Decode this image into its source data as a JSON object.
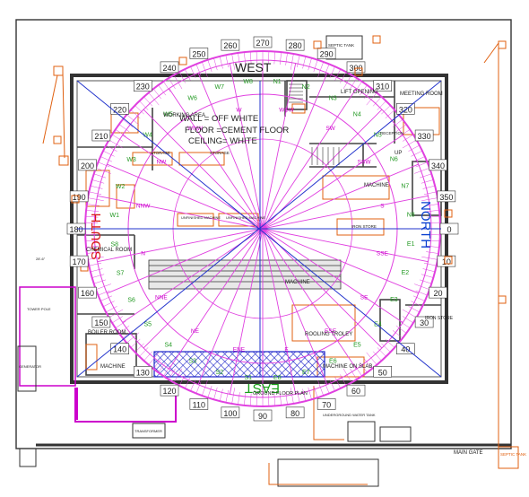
{
  "colors": {
    "wall": "#333333",
    "compass": "#e040e0",
    "compass_dark": "#cc00cc",
    "blue_line": "#2233cc",
    "orange": "#e06010",
    "magenta": "#cc00cc",
    "hatch": "#1a22c8",
    "north_text": "#0a3fd0",
    "south_text": "#d81818",
    "east_text": "#18a018"
  },
  "compass": {
    "directions": {
      "west": "WEST",
      "north": "NORTH",
      "south": "SOUTH",
      "east": "EAST"
    },
    "degree_labels": [
      "0",
      "10",
      "20",
      "30",
      "40",
      "50",
      "60",
      "70",
      "80",
      "90",
      "100",
      "110",
      "120",
      "130",
      "140",
      "150",
      "160",
      "170",
      "180",
      "190",
      "200",
      "210",
      "220",
      "230",
      "240",
      "250",
      "260",
      "270",
      "280",
      "290",
      "300",
      "310",
      "320",
      "330",
      "340",
      "350"
    ],
    "sectors_outer": [
      "W1",
      "W2",
      "W3",
      "W4",
      "W5",
      "W6",
      "W7",
      "W8",
      "N1",
      "N2",
      "N3",
      "N4",
      "N5",
      "N6",
      "N7",
      "N8",
      "E1",
      "E2",
      "E3",
      "E4",
      "E5",
      "E6",
      "E7",
      "E8",
      "S1",
      "S2",
      "S3",
      "S4",
      "S5",
      "S6",
      "S7",
      "S8"
    ],
    "inner_ring": [
      "NNW",
      "NW",
      "WNW",
      "W",
      "WSW",
      "SW",
      "SSW",
      "S",
      "SSE",
      "SE",
      "ESE",
      "E",
      "ENE",
      "NE",
      "NNE",
      "N"
    ]
  },
  "notes": {
    "line1": "WALL = OFF WHITE",
    "line2": "FLOOR =CEMENT FLOOR",
    "line3": "CEILING= WHITE"
  },
  "rooms": {
    "working_area": "WORKING AREA",
    "lift_opening": "LIFT OPENING",
    "meeting_room": "MEETING ROOM",
    "reception": "RECEPTION",
    "up": "UP",
    "machine_top": "MACHINE",
    "iron_store": "IRON STORE",
    "storage1": "STORAGE",
    "storage2": "STORAGE",
    "unfinished1": "UNFINISHED MACHINE",
    "unfinished2": "UNFINISHED MACHINE",
    "chemical_room": "CHEMICAL ROOM",
    "machine_mid": "MACHINE",
    "boiler_room": "BOILER ROOM",
    "machine_low": "MACHINE",
    "rolling_trolley": "ROOLING TROLEY",
    "machine_on_slab": "MACHINE ON SLAB",
    "iron_store_right": "IRON STORE",
    "ground_floor_plan": "GROUND FLOOR PLAN",
    "generator": "GENERATOR",
    "tower_pole": "TOWER POLE",
    "transformer": "TRANSFORMER",
    "main_gate": "MAIN GATE",
    "septic_tank_top": "SEPTIC TANK",
    "septic_tank_right": "SEPTIC TANK",
    "underground_tank": "UNDERGROUND WATER TANK",
    "dimension_text": "28'-6\""
  }
}
